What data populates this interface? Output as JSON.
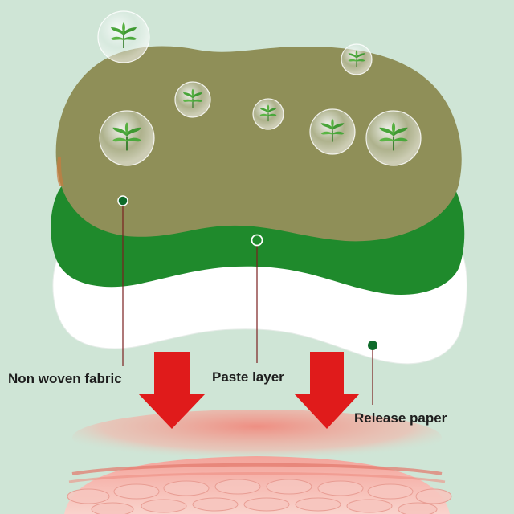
{
  "labels": {
    "non_woven_fabric": "Non woven fabric",
    "paste_layer": "Paste layer",
    "release_paper": "Release paper"
  },
  "colors": {
    "background": "#cfe5d6",
    "top_layer": "#8f8f58",
    "middle_layer": "#1f8a2c",
    "bottom_layer": "#ffffff",
    "arrow": "#e01b1b",
    "leader_line": "#7a1f1f",
    "marker": "#0e6b2a"
  },
  "icons": [
    "herb-bubble-icon",
    "down-arrow-icon",
    "skin-tissue-graphic"
  ]
}
